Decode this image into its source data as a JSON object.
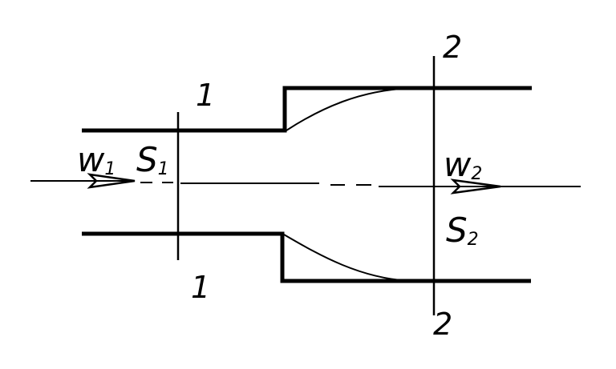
{
  "labels": {
    "w1": {
      "main": "w",
      "sub": "1"
    },
    "s1": {
      "main": "S",
      "sub": "1"
    },
    "w2": {
      "main": "w",
      "sub": "2"
    },
    "s2": {
      "main": "S",
      "sub": "2"
    },
    "section1_top": "1",
    "section1_bottom": "1",
    "section2_top": "2",
    "section2_bottom": "2"
  },
  "colors": {
    "stroke": "#000000",
    "background": "#ffffff"
  }
}
